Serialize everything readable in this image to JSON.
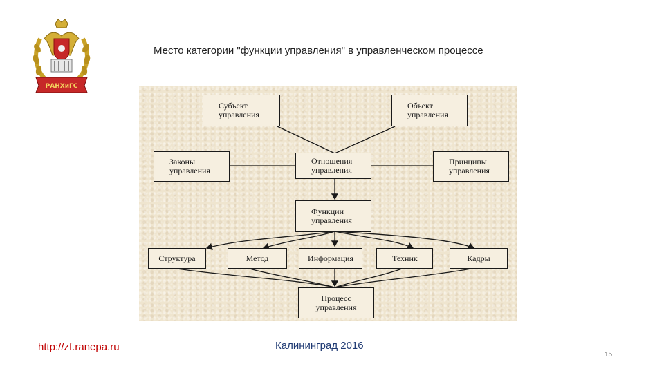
{
  "title": "Место категории \"функции управления\" в управленческом процессе",
  "logo": {
    "emblem_text": "РАНХиГС"
  },
  "diagram": {
    "subject": [
      "Субъект",
      "управления"
    ],
    "object": [
      "Объект",
      "управления"
    ],
    "laws": [
      "Законы",
      "управления"
    ],
    "relations": [
      "Отношения",
      "управления"
    ],
    "principles": [
      "Принципы",
      "управления"
    ],
    "functions": [
      "Функции",
      "управления"
    ],
    "structure": "Структура",
    "method": "Метод",
    "information": "Информация",
    "technique": "Техник",
    "staff": "Кадры",
    "process": [
      "Процесс",
      "управления"
    ]
  },
  "footer": {
    "url": "http://zf.ranepa.ru",
    "city": "Калининград 2016",
    "page_number": "15"
  },
  "colors": {
    "url": "#c00000",
    "city": "#1f3a73",
    "panel_bg": "#efe5cf"
  }
}
